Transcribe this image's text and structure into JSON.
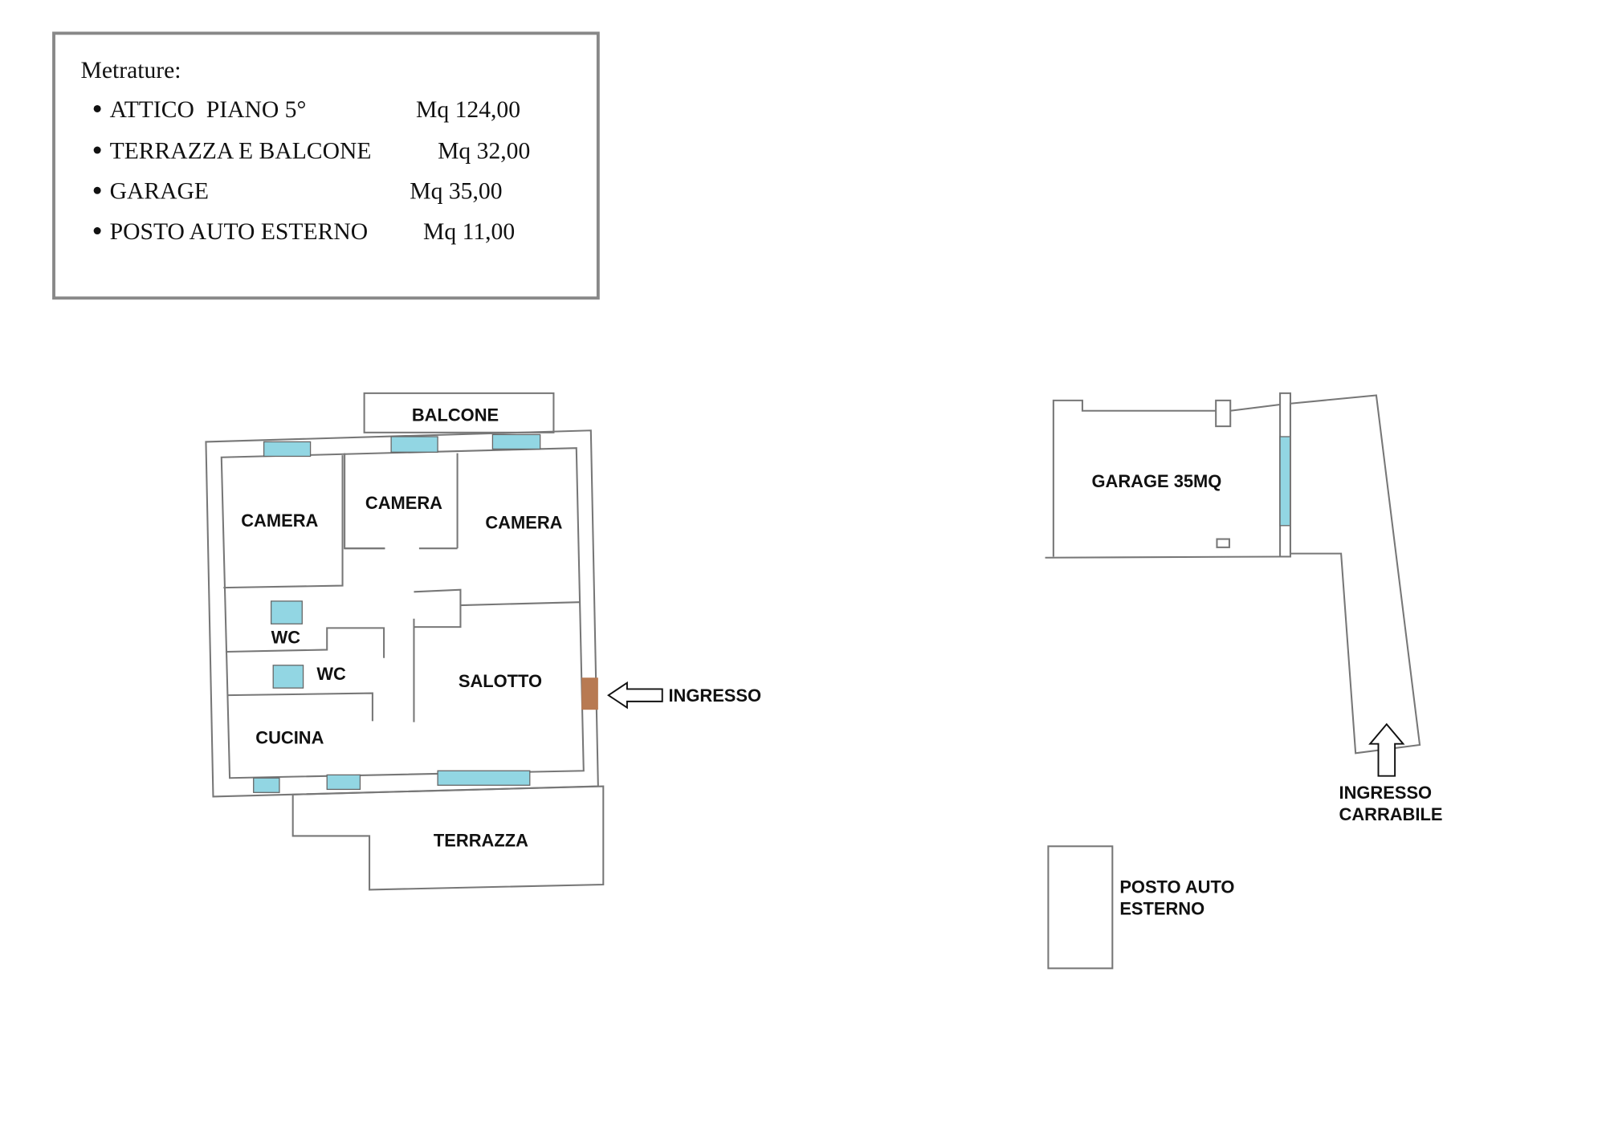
{
  "legend": {
    "title": "Metrature:",
    "items": [
      {
        "name": "ATTICO  PIANO 5°",
        "area": "Mq 124,00"
      },
      {
        "name": "TERRAZZA E BALCONE",
        "area": "Mq 32,00"
      },
      {
        "name": "GARAGE",
        "area": "Mq 35,00"
      },
      {
        "name": "POSTO AUTO ESTERNO",
        "area": "Mq 11,00"
      }
    ]
  },
  "apartment": {
    "rooms": {
      "balcone": "BALCONE",
      "camera1": "CAMERA",
      "camera2": "CAMERA",
      "camera3": "CAMERA",
      "wc1": "WC",
      "wc2": "WC",
      "salotto": "SALOTTO",
      "cucina": "CUCINA",
      "terrazza": "TERRAZZA"
    },
    "entrance": "INGRESSO"
  },
  "garage": {
    "label": "GARAGE 35MQ",
    "driveway_entrance_line1": "INGRESSO",
    "driveway_entrance_line2": "CARRABILE",
    "parking_line1": "POSTO AUTO",
    "parking_line2": "ESTERNO"
  },
  "colors": {
    "window": "#92d6e3",
    "door": "#b87a52",
    "wall": "#777777"
  }
}
